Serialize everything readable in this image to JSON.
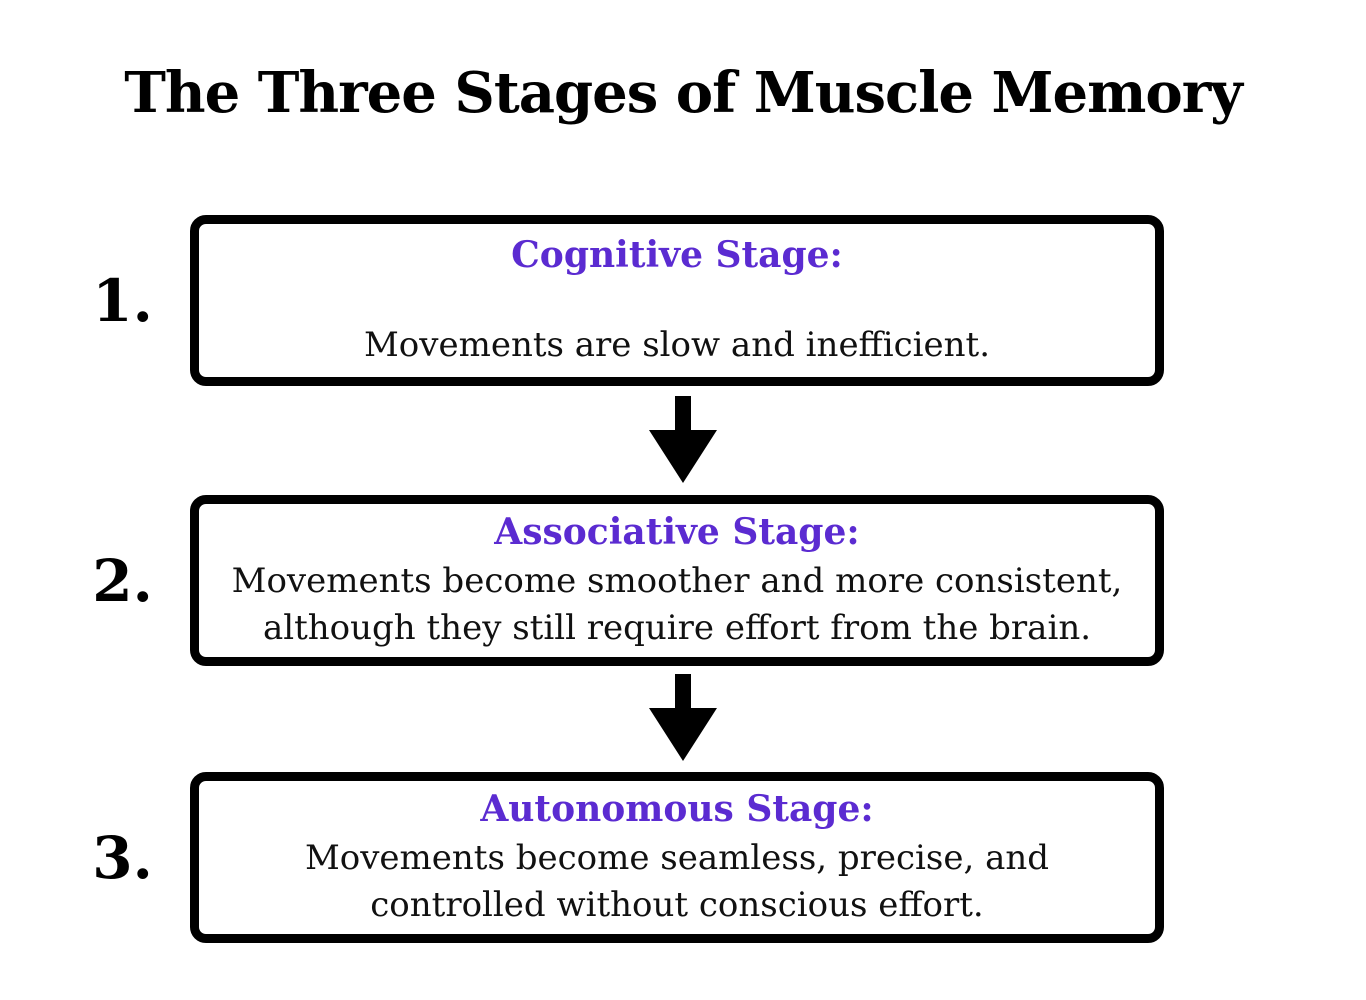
{
  "page": {
    "title": "The Three Stages of Muscle Memory",
    "background_color": "#ffffff",
    "accent_color": "#5b2bd1",
    "text_color": "#000000",
    "border_color": "#000000"
  },
  "stages": [
    {
      "number": "1.",
      "heading": "Cognitive Stage:",
      "description": "Movements are slow and inefficient."
    },
    {
      "number": "2.",
      "heading": "Associative Stage:",
      "description": "Movements become smoother and more consistent, although they still require effort from the brain."
    },
    {
      "number": "3.",
      "heading": "Autonomous Stage:",
      "description": "Movements become seamless, precise, and controlled without conscious effort."
    }
  ],
  "icons": {
    "arrow_1": "down-arrow",
    "arrow_2": "down-arrow"
  }
}
